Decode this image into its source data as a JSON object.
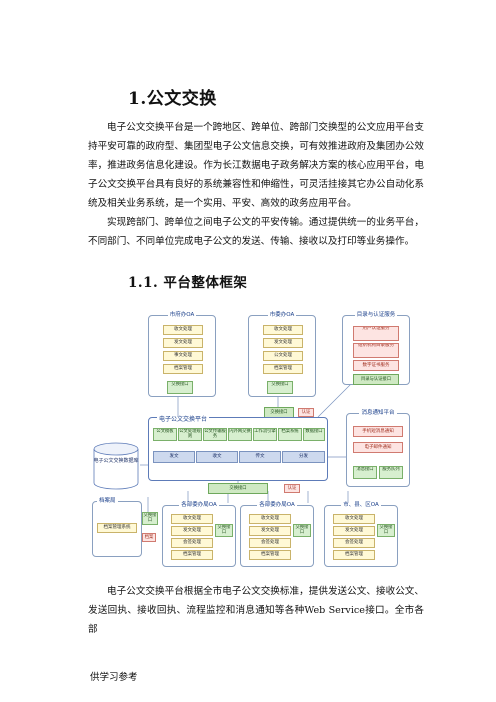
{
  "heading": "1.公文交换",
  "paragraphs": [
    "电子公文交换平台是一个跨地区、跨单位、跨部门交换型的公文应用平台支持平安可靠的政府型、集团型电子公文信息交换，可有效推进政府及集团办公效率，推进政务信息化建设。作为长江数据电子政务解决方案的核心应用平台，电子公文交换平台具有良好的系统兼容性和伸缩性，可灵活挂接其它办公自动化系统及相关业务系统，是一个实用、平安、高效的政务应用平台。",
    "实现跨部门、跨单位之间电子公文的平安传输。通过提供统一的业务平台，不同部门、不同单位完成电子公文的发送、传输、接收以及打印等业务操作。"
  ],
  "subheading": "1.1. 平台整体框架",
  "bottom_paragraph": "电子公文交换平台根据全市电子公文交换标准，提供发送公文、接收公文、发送回执、接收回执、流程监控和消息通知等各种Web Service接口。全市各部",
  "footer": "供学习参考",
  "diagram": {
    "top_blocks": [
      {
        "title": "市府办OA",
        "items": [
          "收文处理",
          "发文处理",
          "事文处理",
          "档案管理"
        ],
        "port": "交换接口"
      },
      {
        "title": "市委办OA",
        "items": [
          "收文处理",
          "发文处理",
          "公文处理",
          "档案管理"
        ],
        "port": "交换接口"
      }
    ],
    "identity": {
      "title": "目录与认证服务",
      "items": [
        "用户认证服务",
        "组织机构目录服务",
        "数字证书服务"
      ],
      "port": "目录与认证接口"
    },
    "platform": {
      "title": "电子公文交换平台",
      "exchange_port_top": "交换接口",
      "auth_tag_top": "认证",
      "modules": [
        "公文模板",
        "公文处理规则",
        "公文传输服务",
        "内外网交换",
        "工作流引擎",
        "档案系统",
        "数据接口"
      ],
      "flows": [
        "发文",
        "收文",
        "传文",
        "分发"
      ],
      "exchange_port_bottom": "交换接口",
      "auth_tag_bottom": "认证"
    },
    "database": "电子公文交换数据库",
    "message": {
      "title": "消息通知平台",
      "items": [
        "手机短消息通知",
        "电子邮件通知"
      ],
      "ports": [
        "消息接口",
        "服务队列"
      ]
    },
    "archive": {
      "title": "档案局",
      "items": [
        "档案管理系统"
      ],
      "port": "交换接口",
      "tag": "档案"
    },
    "bottom_blocks": [
      {
        "title": "各部委办局OA",
        "items": [
          "收文处理",
          "发文处理",
          "会签处理",
          "档案管理"
        ],
        "port": "交换接口"
      },
      {
        "title": "各部委办局OA",
        "items": [
          "收文处理",
          "发文处理",
          "会签处理",
          "档案管理"
        ],
        "port": "交换接口"
      },
      {
        "title": "市、县、区OA",
        "items": [
          "收文处理",
          "发文处理",
          "会签处理",
          "档案管理"
        ],
        "port": "交换接口"
      }
    ]
  }
}
